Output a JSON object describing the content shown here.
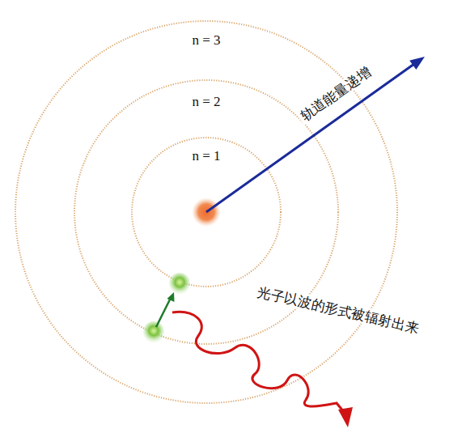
{
  "diagram": {
    "labels": [
      "n = 3",
      "n = 2",
      "n = 1",
      "轨道能量递增",
      "光子以波的形式被辐射出来"
    ]
  }
}
